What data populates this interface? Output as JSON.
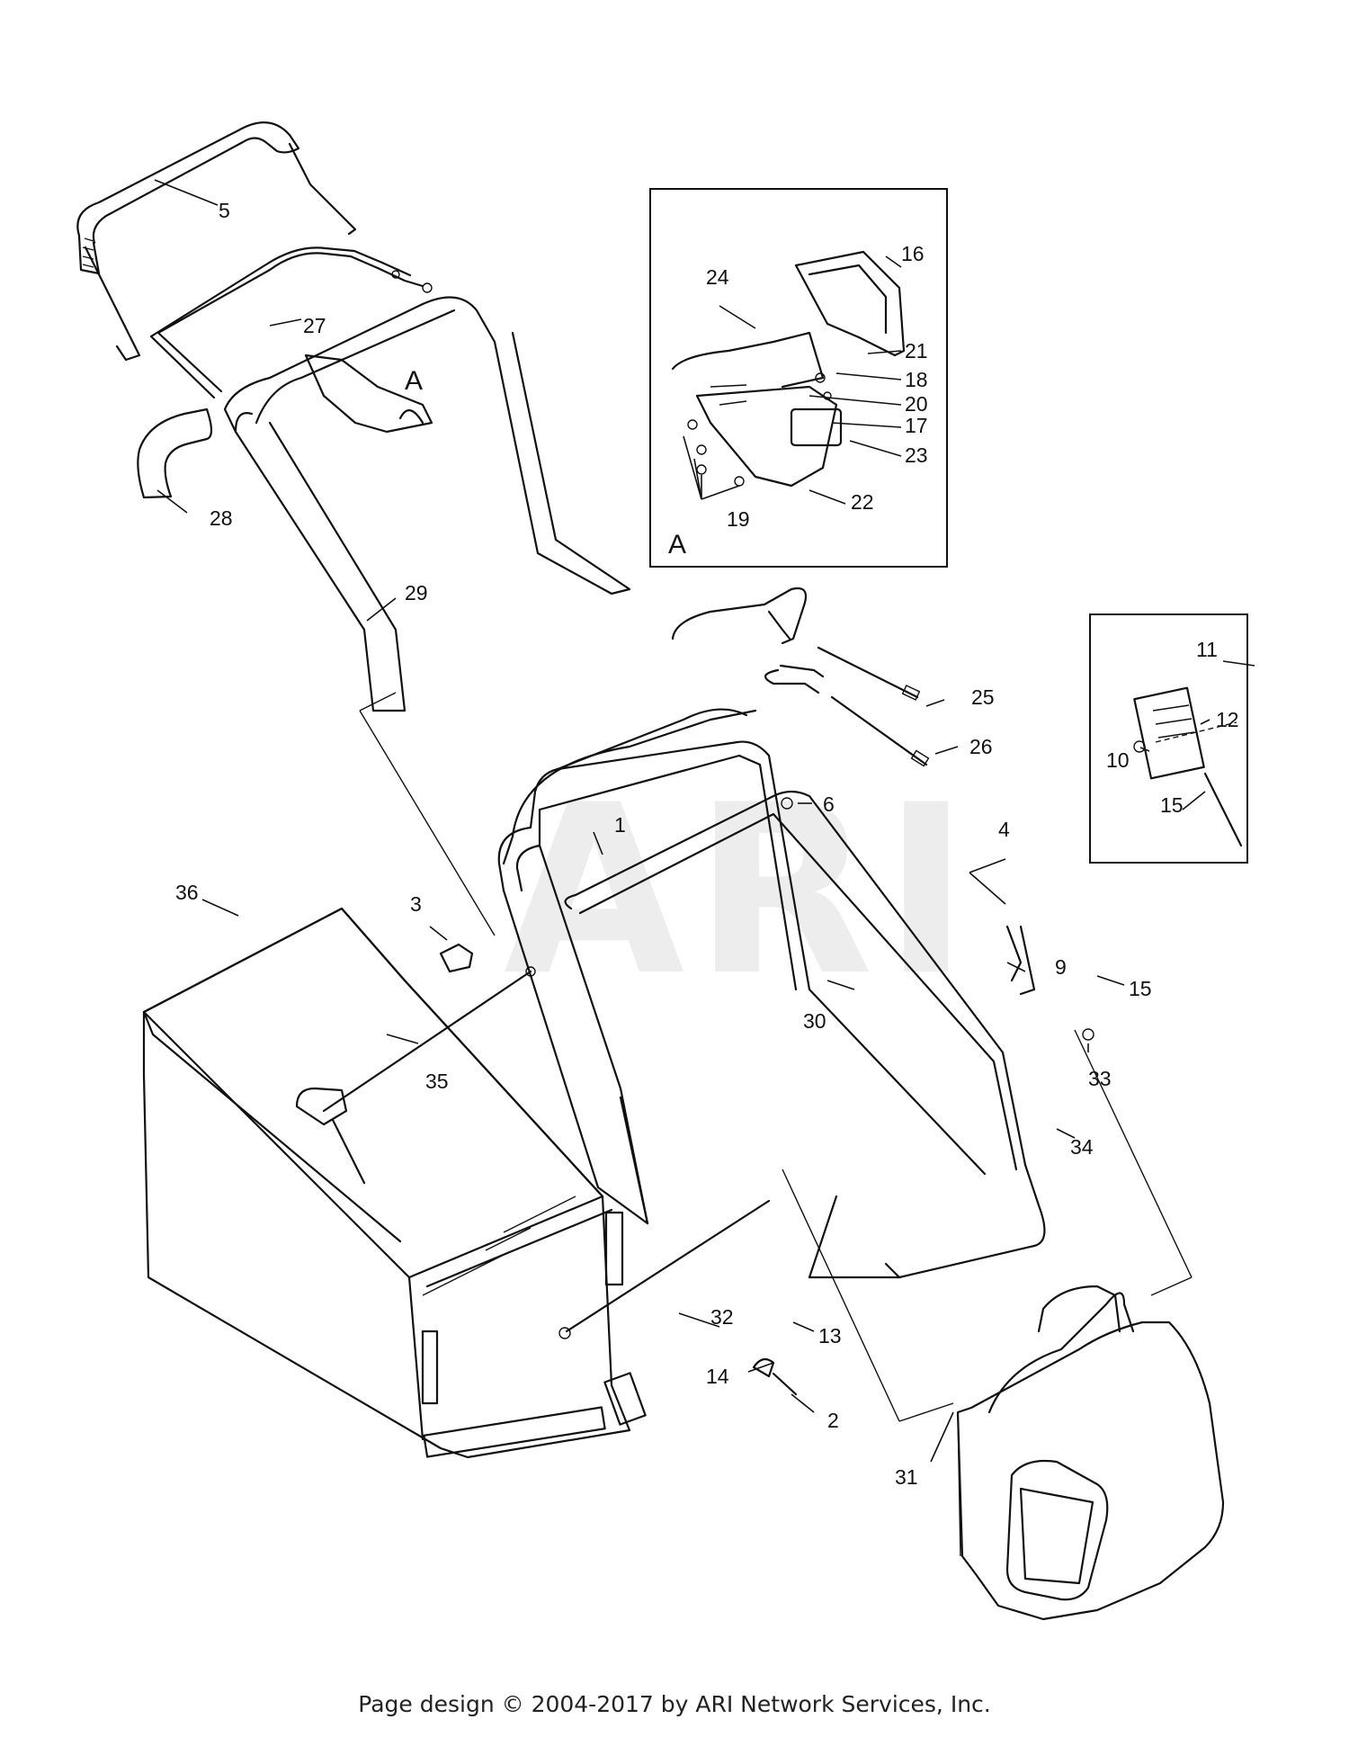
{
  "labels": [
    {
      "n": "1"
    },
    {
      "n": "2"
    },
    {
      "n": "3"
    },
    {
      "n": "4"
    },
    {
      "n": "5"
    },
    {
      "n": "6"
    },
    {
      "n": "9"
    },
    {
      "n": "10"
    },
    {
      "n": "11"
    },
    {
      "n": "12"
    },
    {
      "n": "13"
    },
    {
      "n": "14"
    },
    {
      "n": "15"
    },
    {
      "n": "15"
    },
    {
      "n": "16"
    },
    {
      "n": "17"
    },
    {
      "n": "18"
    },
    {
      "n": "19"
    },
    {
      "n": "20"
    },
    {
      "n": "21"
    },
    {
      "n": "22"
    },
    {
      "n": "23"
    },
    {
      "n": "24"
    },
    {
      "n": "25"
    },
    {
      "n": "26"
    },
    {
      "n": "27"
    },
    {
      "n": "28"
    },
    {
      "n": "29"
    },
    {
      "n": "30"
    },
    {
      "n": "31"
    },
    {
      "n": "32"
    },
    {
      "n": "33"
    },
    {
      "n": "34"
    },
    {
      "n": "35"
    },
    {
      "n": "36"
    }
  ],
  "section_marker": "A",
  "watermark": "ARI",
  "footer": "Page design © 2004-2017 by ARI Network Services, Inc."
}
